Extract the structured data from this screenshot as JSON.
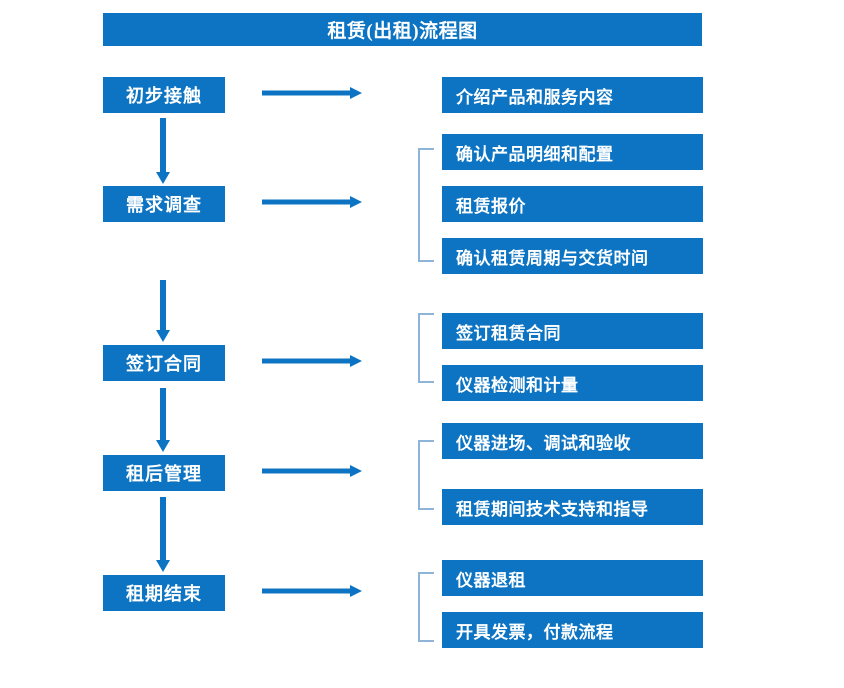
{
  "diagram": {
    "title": "租赁(出租)流程图",
    "colors": {
      "box_fill": "#0c74c2",
      "box_text": "#ffffff",
      "arrow": "#0c74c2",
      "bracket": "#8fb4d9",
      "background": "#ffffff"
    },
    "stages": [
      {
        "id": "stage-1",
        "label": "初步接触",
        "tasks": [
          "介绍产品和服务内容"
        ],
        "has_bracket": false,
        "arrow_to_tasks": true,
        "arrow_to_next_stage": true
      },
      {
        "id": "stage-2",
        "label": "需求调查",
        "tasks": [
          "确认产品明细和配置",
          "租赁报价",
          "确认租赁周期与交货时间"
        ],
        "has_bracket": true,
        "arrow_to_tasks": true,
        "arrow_to_next_stage": true
      },
      {
        "id": "stage-3",
        "label": "签订合同",
        "tasks": [
          "签订租赁合同",
          "仪器检测和计量"
        ],
        "has_bracket": true,
        "arrow_to_tasks": true,
        "arrow_to_next_stage": true
      },
      {
        "id": "stage-4",
        "label": "租后管理",
        "tasks": [
          "仪器进场、调试和验收",
          "租赁期间技术支持和指导"
        ],
        "has_bracket": true,
        "arrow_to_tasks": true,
        "arrow_to_next_stage": true
      },
      {
        "id": "stage-5",
        "label": "租期结束",
        "tasks": [
          "仪器退租",
          "开具发票，付款流程"
        ],
        "has_bracket": true,
        "arrow_to_tasks": true,
        "arrow_to_next_stage": false
      }
    ]
  }
}
